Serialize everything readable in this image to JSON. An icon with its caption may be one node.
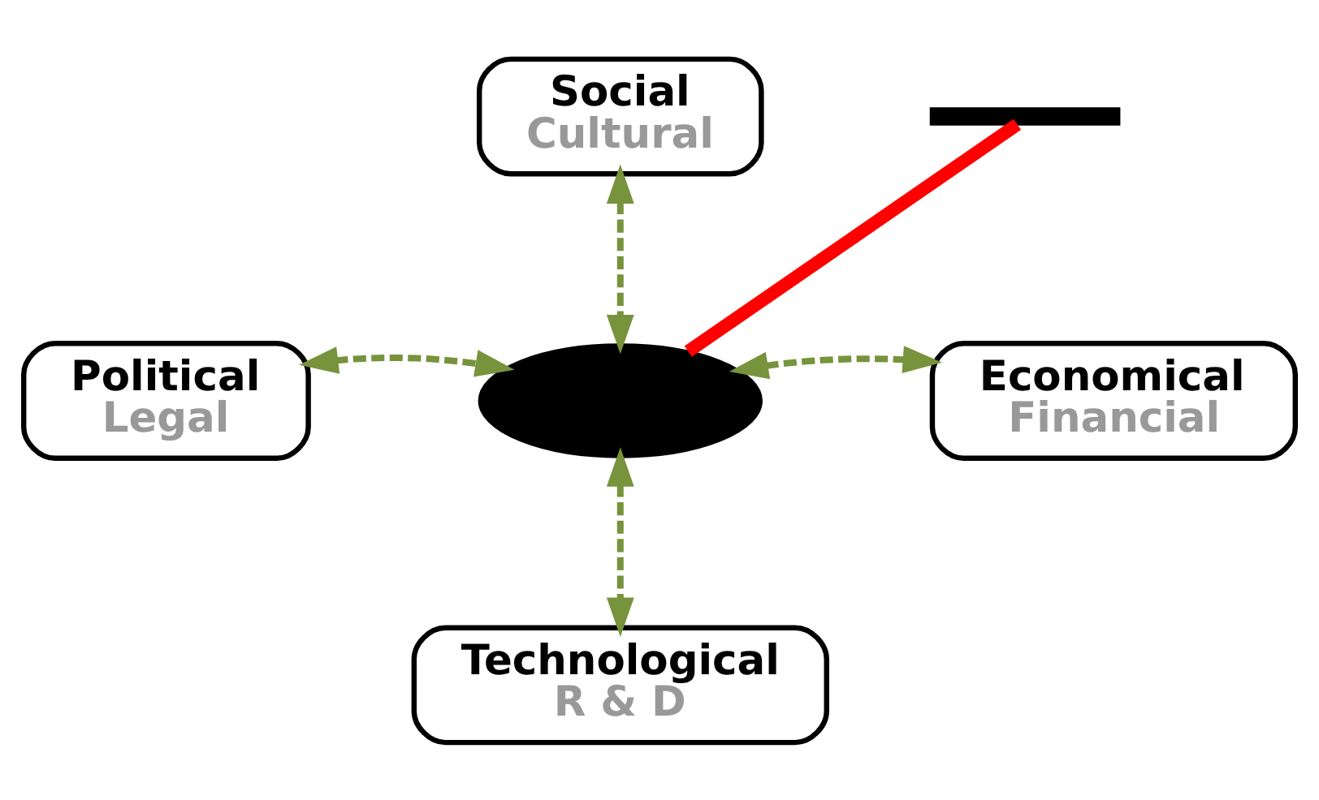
{
  "diagram": {
    "nodes": [
      {
        "text": [
          "Social",
          "Cultural"
        ]
      },
      {
        "text": [
          "Political",
          "Legal"
        ]
      },
      {
        "text": [],
        "shape": "ellipse"
      },
      {
        "text": [
          "Economical",
          "Financial"
        ]
      },
      {
        "text": [
          "Technological",
          "R & D"
        ]
      },
      {
        "text": [],
        "shape": "bar"
      }
    ],
    "edges": [
      {
        "from": 0,
        "to": 2,
        "arrow": "both",
        "style": "dashed"
      },
      {
        "from": 1,
        "to": 2,
        "arrow": "both",
        "style": "dashed"
      },
      {
        "from": 3,
        "to": 2,
        "arrow": "both",
        "style": "dashed"
      },
      {
        "from": 4,
        "to": 2,
        "arrow": "both",
        "style": "dashed"
      },
      {
        "from": 2,
        "to": 5,
        "arrow": "none",
        "style": "thick",
        "color": "#ff0000"
      }
    ]
  }
}
